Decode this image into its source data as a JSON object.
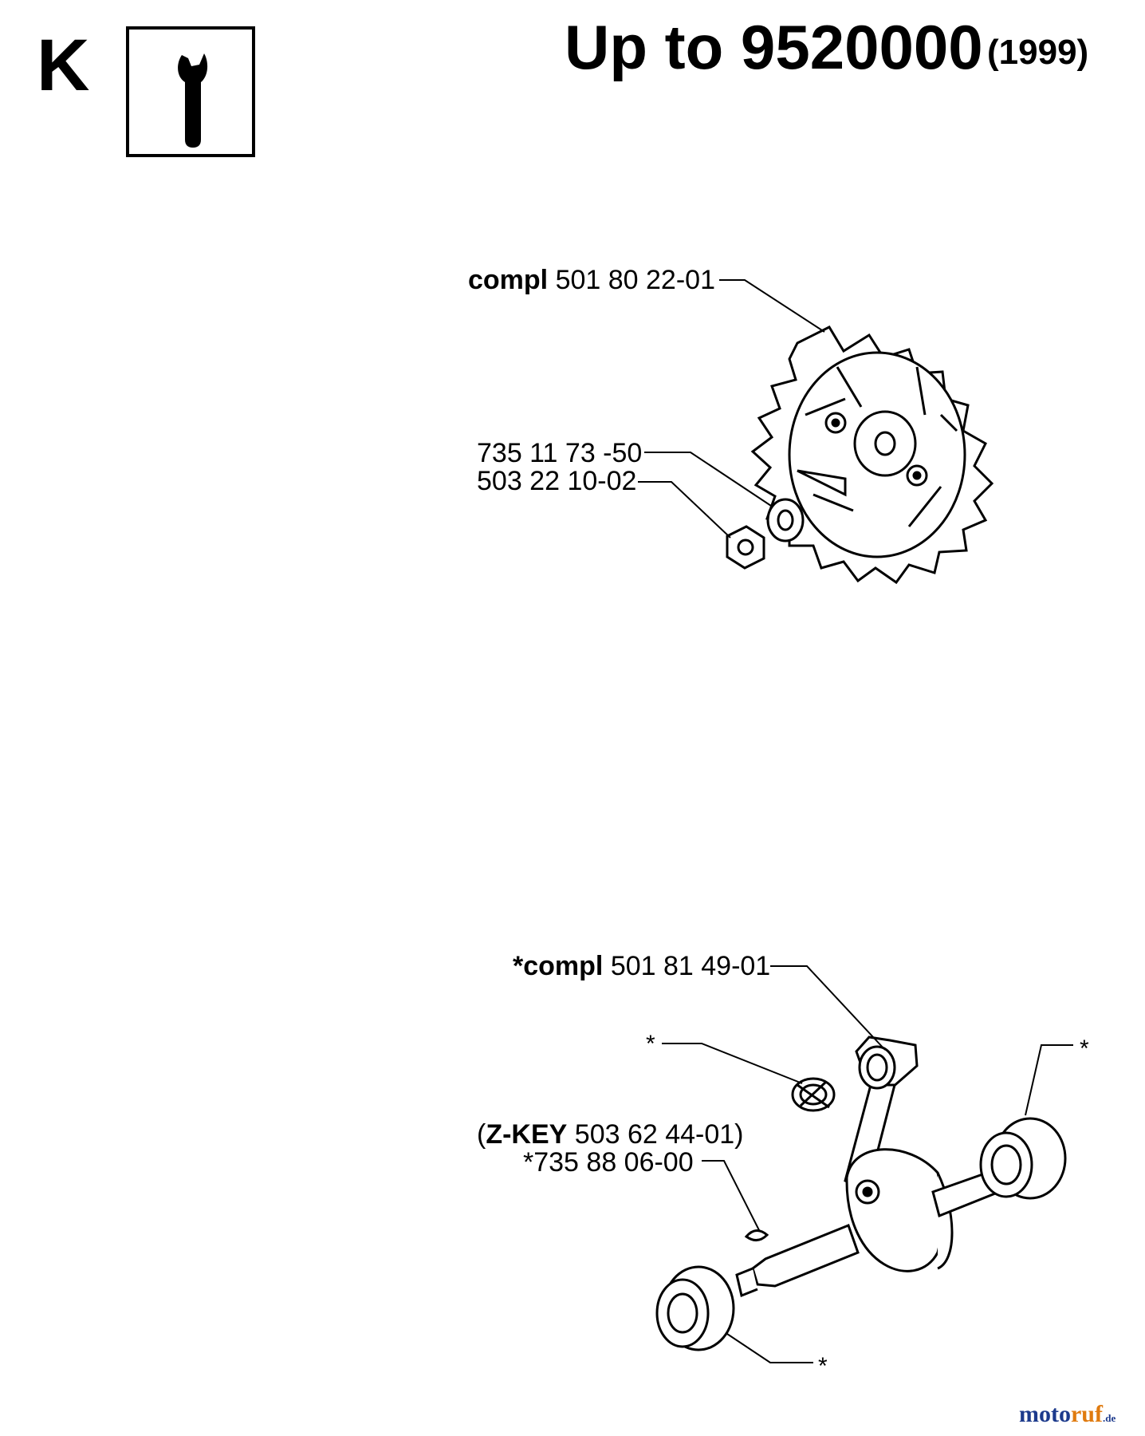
{
  "header": {
    "section_letter": "K",
    "title": "Up to 9520000",
    "year": "(1999)",
    "tool_icon": "wrench-icon"
  },
  "flywheel": {
    "compl_bold": "compl",
    "compl_number": "501 80 22-01",
    "washer_number": "735 11 73 -50",
    "nut_number": "503 22 10-02"
  },
  "crankshaft": {
    "compl_bold": "*compl",
    "compl_number": "501 81 49-01",
    "bearing_star": "*",
    "right_bearing_star": "*",
    "bottom_bearing_star": "*",
    "zkey_open": "(",
    "zkey_bold": "Z-KEY",
    "zkey_number": "503 62 44-01)",
    "key_number": "*735 88 06-00"
  },
  "watermark": {
    "part_a": "moto",
    "part_b": "ruf",
    "tld": ".de"
  }
}
